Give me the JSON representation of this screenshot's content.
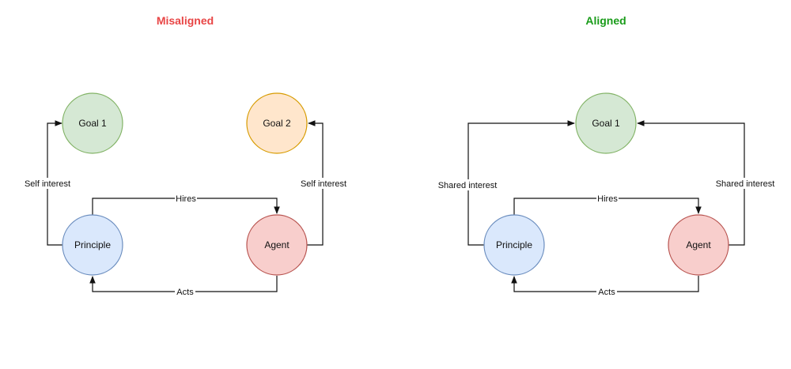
{
  "panels": {
    "misaligned": {
      "title": "Misaligned",
      "title_color": "#e84545",
      "nodes": {
        "goal_1": {
          "label": "Goal 1",
          "fill": "#d5e8d4",
          "stroke": "#82b366"
        },
        "goal_2": {
          "label": "Goal 2",
          "fill": "#ffe6cc",
          "stroke": "#d79b00"
        },
        "principle": {
          "label": "Principle",
          "fill": "#dae8fc",
          "stroke": "#6c8ebf"
        },
        "agent": {
          "label": "Agent",
          "fill": "#f8cecc",
          "stroke": "#b85450"
        }
      },
      "edges": {
        "left_interest": "Self interest",
        "right_interest": "Self interest",
        "hires": "Hires",
        "acts": "Acts"
      }
    },
    "aligned": {
      "title": "Aligned",
      "title_color": "#1a9c1a",
      "nodes": {
        "goal_1": {
          "label": "Goal 1",
          "fill": "#d5e8d4",
          "stroke": "#82b366"
        },
        "principle": {
          "label": "Principle",
          "fill": "#dae8fc",
          "stroke": "#6c8ebf"
        },
        "agent": {
          "label": "Agent",
          "fill": "#f8cecc",
          "stroke": "#b85450"
        }
      },
      "edges": {
        "left_interest": "Shared interest",
        "right_interest": "Shared interest",
        "hires": "Hires",
        "acts": "Acts"
      }
    }
  }
}
